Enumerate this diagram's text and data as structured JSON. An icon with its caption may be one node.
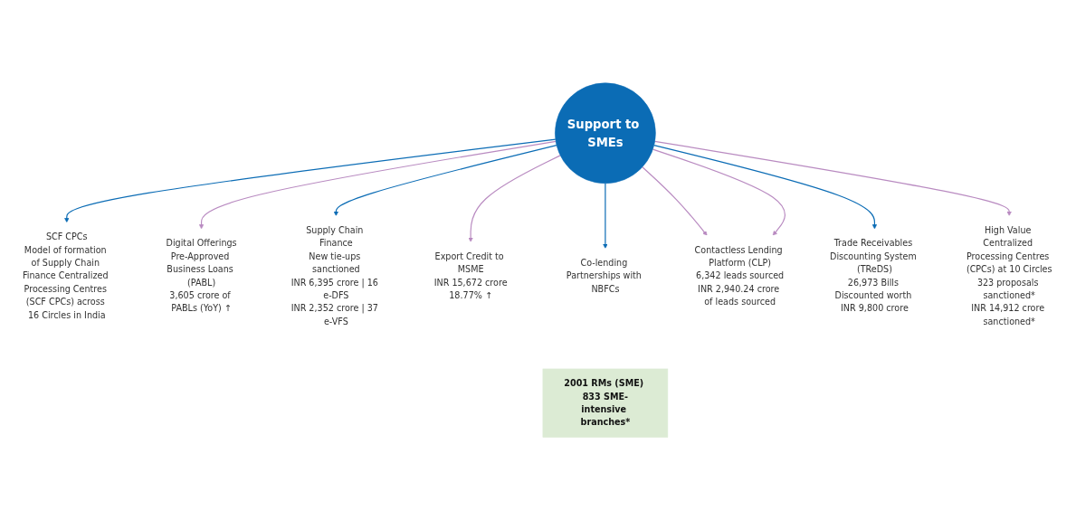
{
  "diagram": {
    "nodes": [
      {
        "text": [
          "Support to SMEs"
        ]
      },
      {
        "text": [
          "SCF CPCs",
          "Model of formation of Supply Chain Finance Centralized Processing Centres (SCF CPCs) across 16 Circles in India"
        ]
      },
      {
        "text": [
          "Digital Offerings",
          "Pre-Approved Business Loans (PABL)",
          "3,605 crore of PABLs (YoY) ↑"
        ]
      },
      {
        "text": [
          "Supply Chain Finance",
          "New tie-ups sanctioned",
          "INR 6,395 crore | 16 e-DFS",
          "INR 2,352 crore | 37 e-VFS"
        ]
      },
      {
        "text": [
          "Export Credit to MSME",
          "INR 15,672 crore",
          "18.77% ↑"
        ]
      },
      {
        "text": [
          "Co-lending Partnerships with NBFCs"
        ]
      },
      {
        "text": [
          "Contactless Lending Platform (CLP)",
          "6,342 leads sourced",
          "INR 2,940.24 crore of leads sourced"
        ]
      },
      {
        "text": [
          "Trade Receivables Discounting System (TReDS)",
          "26,973 Bills Discounted worth INR 9,800 crore"
        ]
      },
      {
        "text": [
          "High Value Centralized Processing Centres (CPCs) at 10 Circles",
          "323 proposals sanctioned*",
          "INR 14,912 crore sanctioned*"
        ]
      },
      {
        "text": [
          "2001 RMs (SME) 833 SME-intensive branches*"
        ]
      }
    ],
    "edges": [
      {
        "from": 0,
        "to": 1,
        "arrow": "to",
        "color": "#0b6cb5"
      },
      {
        "from": 0,
        "to": 2,
        "arrow": "to"
      },
      {
        "from": 0,
        "to": 3,
        "arrow": "to",
        "color": "#0b6cb5"
      },
      {
        "from": 0,
        "to": 4,
        "arrow": "to"
      },
      {
        "from": 0,
        "to": 5,
        "arrow": "to",
        "color": "#0b6cb5"
      },
      {
        "from": 0,
        "to": 6,
        "arrow": "to"
      },
      {
        "from": 0,
        "to": 6,
        "arrow": "to"
      },
      {
        "from": 0,
        "to": 7,
        "arrow": "to",
        "color": "#0b6cb5"
      },
      {
        "from": 0,
        "to": 8,
        "arrow": "to"
      }
    ]
  }
}
